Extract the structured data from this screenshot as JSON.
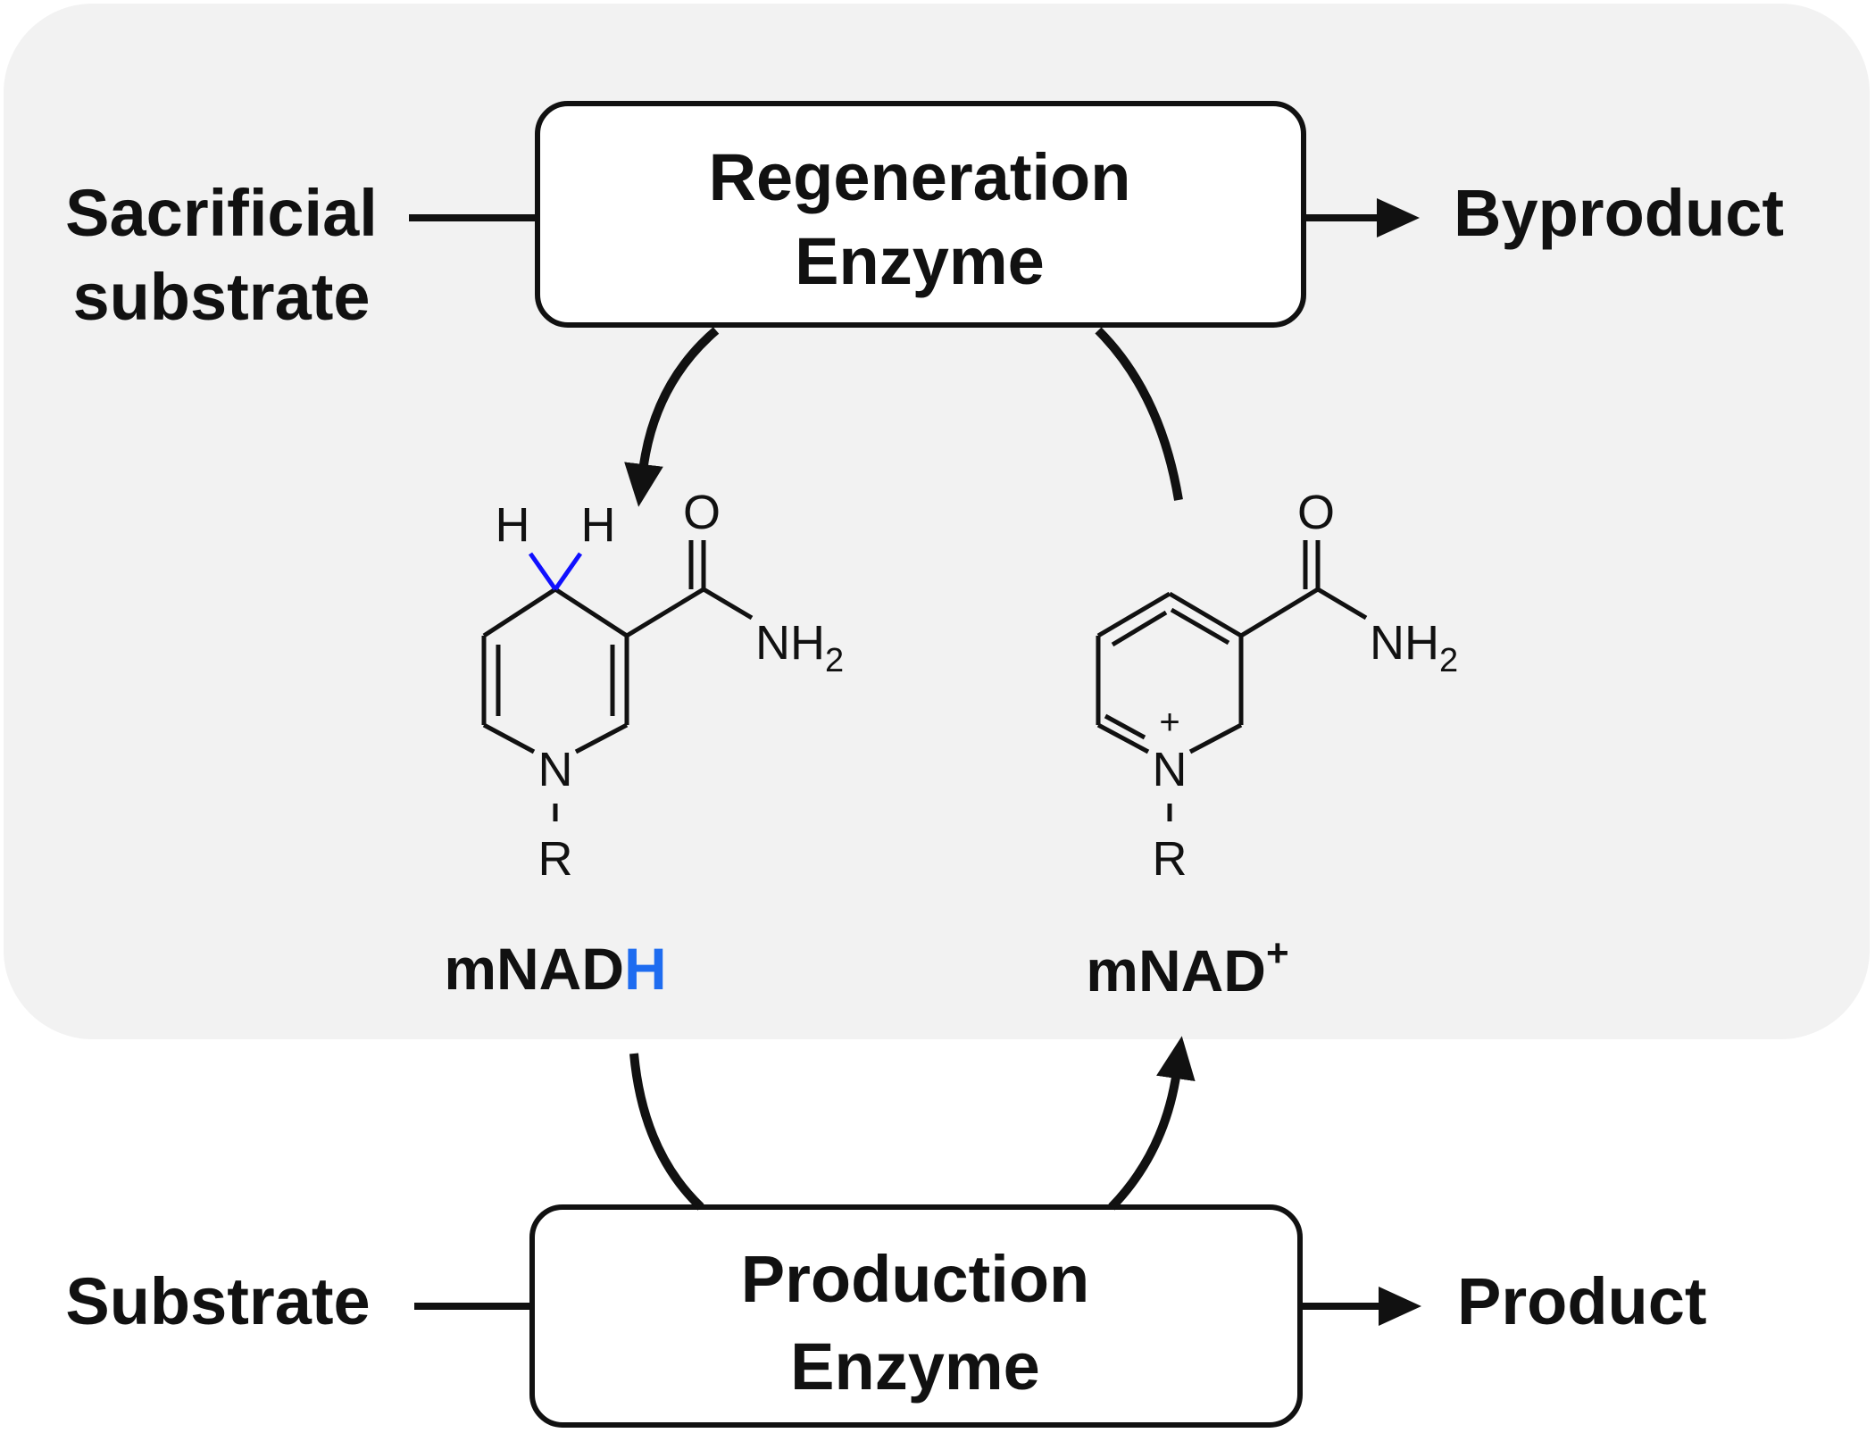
{
  "colors": {
    "panel_background": "#f2f2f2",
    "ink": "#111111",
    "accent_blue": "#1e6cf0",
    "hydrogen_blue": "#1010ff"
  },
  "regeneration_enzyme": {
    "line1": "Regeneration",
    "line2": "Enzyme"
  },
  "production_enzyme": {
    "line1": "Production",
    "line2": "Enzyme"
  },
  "inputs": {
    "sacrificial_substrate_line1": "Sacrificial",
    "sacrificial_substrate_line2": "substrate",
    "substrate": "Substrate"
  },
  "outputs": {
    "byproduct": "Byproduct",
    "product": "Product"
  },
  "cofactors": {
    "reduced_label_main": "mNAD",
    "reduced_label_h": "H",
    "oxidized_label_main": "mNAD",
    "oxidized_label_charge": "+"
  },
  "structure_atoms": {
    "hydrogen": "H",
    "oxygen": "O",
    "amide_nh": "NH",
    "amide_subscript": "2",
    "nitrogen": "N",
    "r_group": "R",
    "ring_charge": "+"
  }
}
